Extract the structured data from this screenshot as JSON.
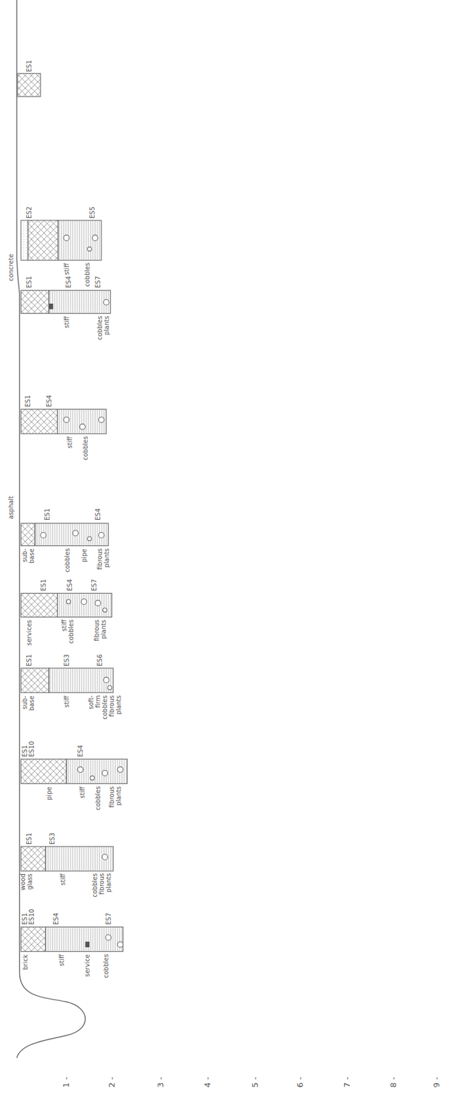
{
  "diagram": {
    "labels": [
      "ES1",
      "ES2",
      "ES5",
      "concrete",
      "stiff",
      "cobbles",
      "ES1",
      "ES4",
      "ES7",
      "stiff",
      "cobbles plants",
      "ES1",
      "ES4",
      "stiff",
      "cobbles",
      "asphalt",
      "ES1",
      "ES4",
      "sub-base",
      "cobbles",
      "pipe",
      "fibrous plants",
      "ES1",
      "ES4",
      "ES7",
      "services",
      "stiff cobbles",
      "fibrous plants",
      "ES1",
      "ES3",
      "ES6",
      "sub-base",
      "stiff",
      "soft-firm cobbles fibrous plants",
      "ES1 ES10",
      "ES4",
      "pipe",
      "stiff",
      "cobbles",
      "fibrous plants",
      "ES1",
      "ES3",
      "wood glass",
      "stiff",
      "cobbles fibrous plants",
      "ES1 ES10",
      "ES4",
      "ES7",
      "brick",
      "stiff",
      "service",
      "cobbles",
      "1 -",
      "2 -",
      "3 -",
      "4 -",
      "5 -",
      "6 -",
      "7 -",
      "8 -",
      "9 -"
    ]
  }
}
